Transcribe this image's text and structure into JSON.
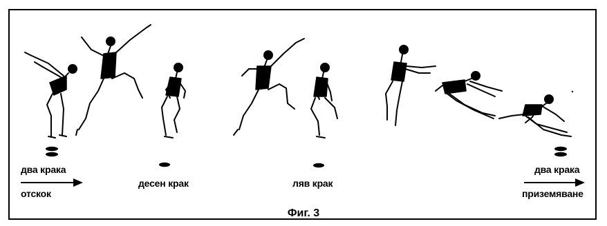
{
  "labels": {
    "two_feet_start": "два крака",
    "takeoff": "отскок",
    "right_foot": "десен крак",
    "left_foot": "ляв крак",
    "two_feet_end": "два крака",
    "landing": "приземяване"
  },
  "caption": "Фиг. 3",
  "colors": {
    "ink": "#000000",
    "background": "#ffffff"
  }
}
